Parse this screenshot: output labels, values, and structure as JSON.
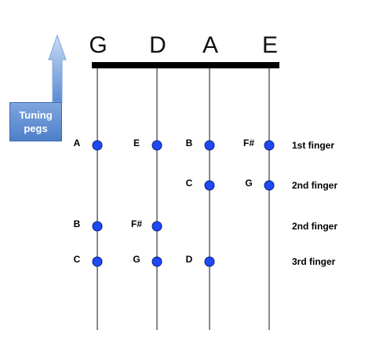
{
  "strings": [
    {
      "name": "G"
    },
    {
      "name": "D"
    },
    {
      "name": "A"
    },
    {
      "name": "E"
    }
  ],
  "notes": [
    {
      "string": 0,
      "row": 0,
      "label": "A"
    },
    {
      "string": 1,
      "row": 0,
      "label": "E"
    },
    {
      "string": 2,
      "row": 0,
      "label": "B"
    },
    {
      "string": 3,
      "row": 0,
      "label": "F#"
    },
    {
      "string": 2,
      "row": 1,
      "label": "C"
    },
    {
      "string": 3,
      "row": 1,
      "label": "G"
    },
    {
      "string": 0,
      "row": 2,
      "label": "B"
    },
    {
      "string": 1,
      "row": 2,
      "label": "F#"
    },
    {
      "string": 0,
      "row": 3,
      "label": "C"
    },
    {
      "string": 1,
      "row": 3,
      "label": "G"
    },
    {
      "string": 2,
      "row": 3,
      "label": "D"
    }
  ],
  "fingers": [
    {
      "row": 0,
      "label": "1st finger"
    },
    {
      "row": 1,
      "label": "2nd finger"
    },
    {
      "row": 2,
      "label": "2nd finger"
    },
    {
      "row": 3,
      "label": "3rd finger"
    }
  ],
  "tuning_pegs_label": "Tuning pegs",
  "colors": {
    "dot": "#1f49f2",
    "string": "#8a8a8a",
    "nut": "#000000",
    "peg_box": "#5b8bd4"
  }
}
